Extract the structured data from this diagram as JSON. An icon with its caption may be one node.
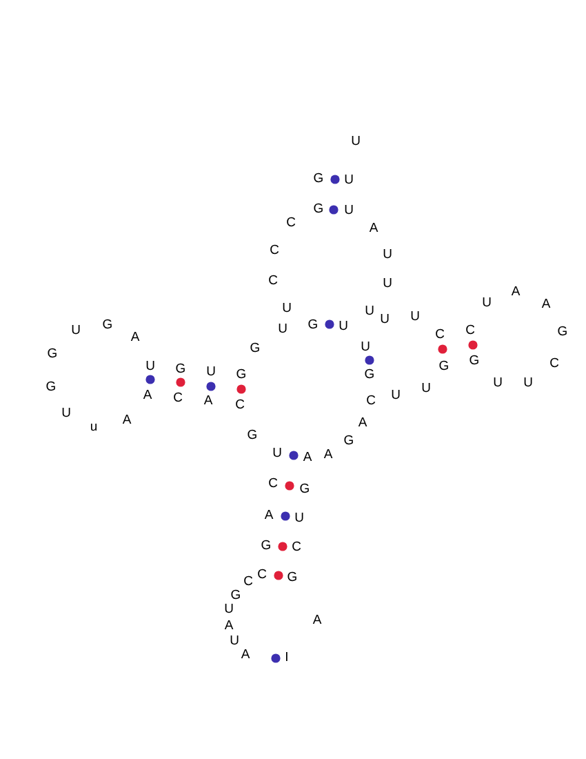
{
  "diagram": {
    "labels": [
      "U",
      "G",
      "U",
      "G",
      "U",
      "C",
      "A",
      "C",
      "U",
      "C",
      "U",
      "U",
      "U",
      "U",
      "U",
      "U",
      "A",
      "A",
      "U",
      "G",
      "A",
      "U",
      "G",
      "U",
      "C",
      "C",
      "G",
      "G",
      "G",
      "U",
      "U",
      "G",
      "U",
      "G",
      "G",
      "G",
      "G",
      "U",
      "U",
      "C",
      "G",
      "A",
      "C",
      "A",
      "C",
      "C",
      "U",
      "U",
      "U",
      "u",
      "A",
      "A",
      "G",
      "G",
      "U",
      "A",
      "A",
      "C",
      "G",
      "A",
      "U",
      "G",
      "C",
      "C",
      "C",
      "G",
      "G",
      "U",
      "A",
      "A",
      "U",
      "A",
      "I"
    ]
  }
}
